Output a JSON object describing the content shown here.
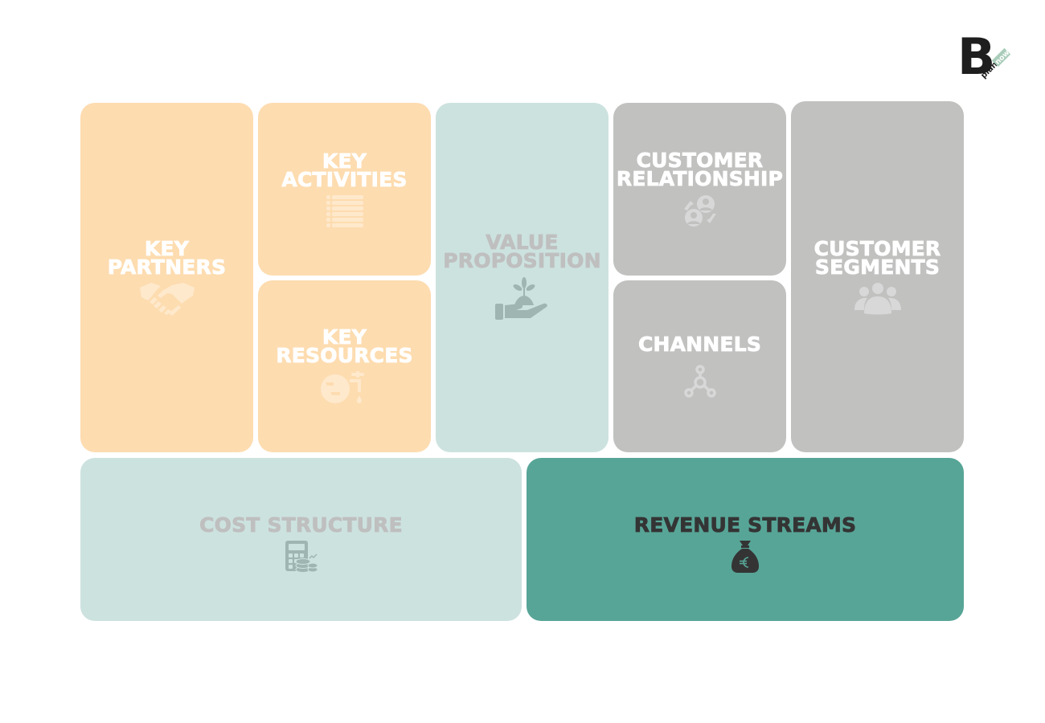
{
  "logo": {
    "letter": "B",
    "sub1": "plan",
    "sub2": "now"
  },
  "colors": {
    "orange": "#fddcb0",
    "mint": "#cce2df",
    "grey": "#c1c1c0",
    "teal": "#57a597",
    "dark_text": "#343434",
    "icon_on_mint": "#9fb5b1"
  },
  "canvas": {
    "key_partners": {
      "line1": "KEY",
      "line2": "PARTNERS",
      "icon": "handshake-icon"
    },
    "key_activities": {
      "line1": "KEY",
      "line2": "ACTIVITIES",
      "icon": "checklist-icon"
    },
    "key_resources": {
      "line1": "KEY",
      "line2": "RESOURCES",
      "icon": "globe-tap-icon"
    },
    "value_proposition": {
      "line1": "VALUE",
      "line2": "PROPOSITION",
      "icon": "hand-plant-icon"
    },
    "customer_relationship": {
      "line1": "CUSTOMER",
      "line2": "RELATIONSHIP",
      "icon": "people-exchange-icon"
    },
    "channels": {
      "line1": "CHANNELS",
      "icon": "network-nodes-icon"
    },
    "customer_segments": {
      "line1": "CUSTOMER",
      "line2": "SEGMENTS",
      "icon": "group-people-icon"
    },
    "cost_structure": {
      "line1": "COST STRUCTURE",
      "icon": "calculator-coins-icon"
    },
    "revenue_streams": {
      "line1": "REVENUE STREAMS",
      "icon": "money-bag-euro-icon"
    }
  }
}
